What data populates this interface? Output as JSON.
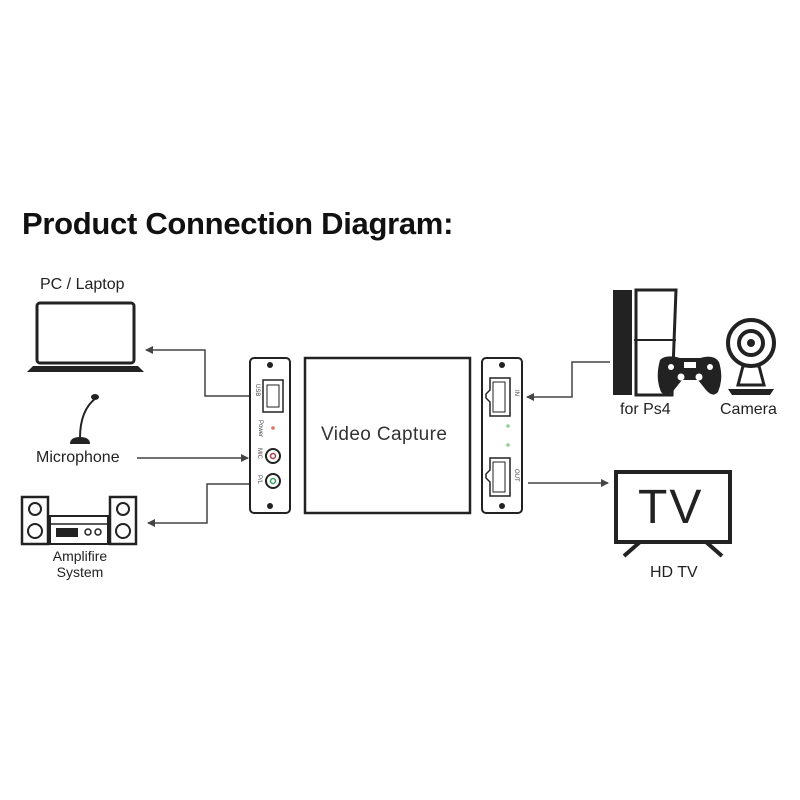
{
  "title": "Product Connection Diagram:",
  "labels": {
    "pc": "PC / Laptop",
    "microphone": "Microphone",
    "amplifier_line1": "Amplifire",
    "amplifier_line2": "System",
    "ps4": "for Ps4",
    "camera": "Camera",
    "hdtv": "HD TV",
    "tv_screen": "TV"
  },
  "device": {
    "name": "Video Capture",
    "ports_left": {
      "usb": "USB",
      "power": "Power",
      "mic": "MIC",
      "pl": "P/L"
    },
    "ports_right": {
      "in": "IN",
      "out": "OUT"
    }
  },
  "icons": [
    "laptop-icon",
    "microphone-icon",
    "stereo-system-icon",
    "ps4-console-icon",
    "gamepad-icon",
    "camera-icon",
    "tv-icon"
  ]
}
